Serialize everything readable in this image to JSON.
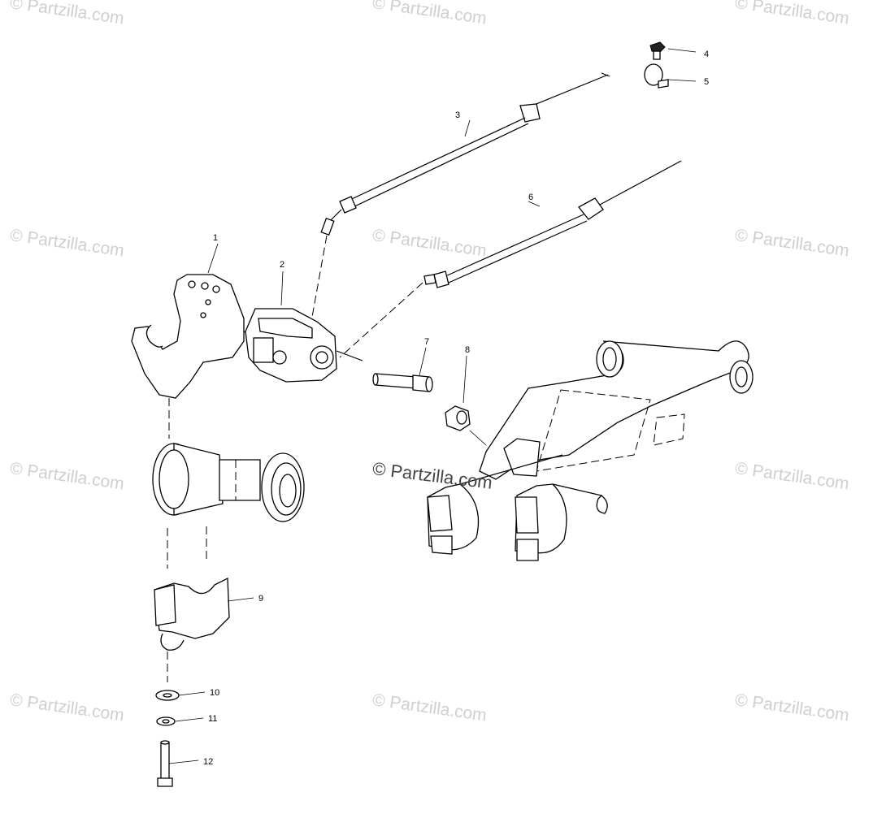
{
  "watermark": {
    "text": "© Partzilla.com",
    "center_text": "© Partzilla.com"
  },
  "callouts": [
    "1",
    "2",
    "3",
    "4",
    "5",
    "6",
    "7",
    "8",
    "9",
    "10",
    "11",
    "12"
  ],
  "colors": {
    "line": "#000000",
    "watermark": "#cfcfcf",
    "background": "#ffffff"
  }
}
